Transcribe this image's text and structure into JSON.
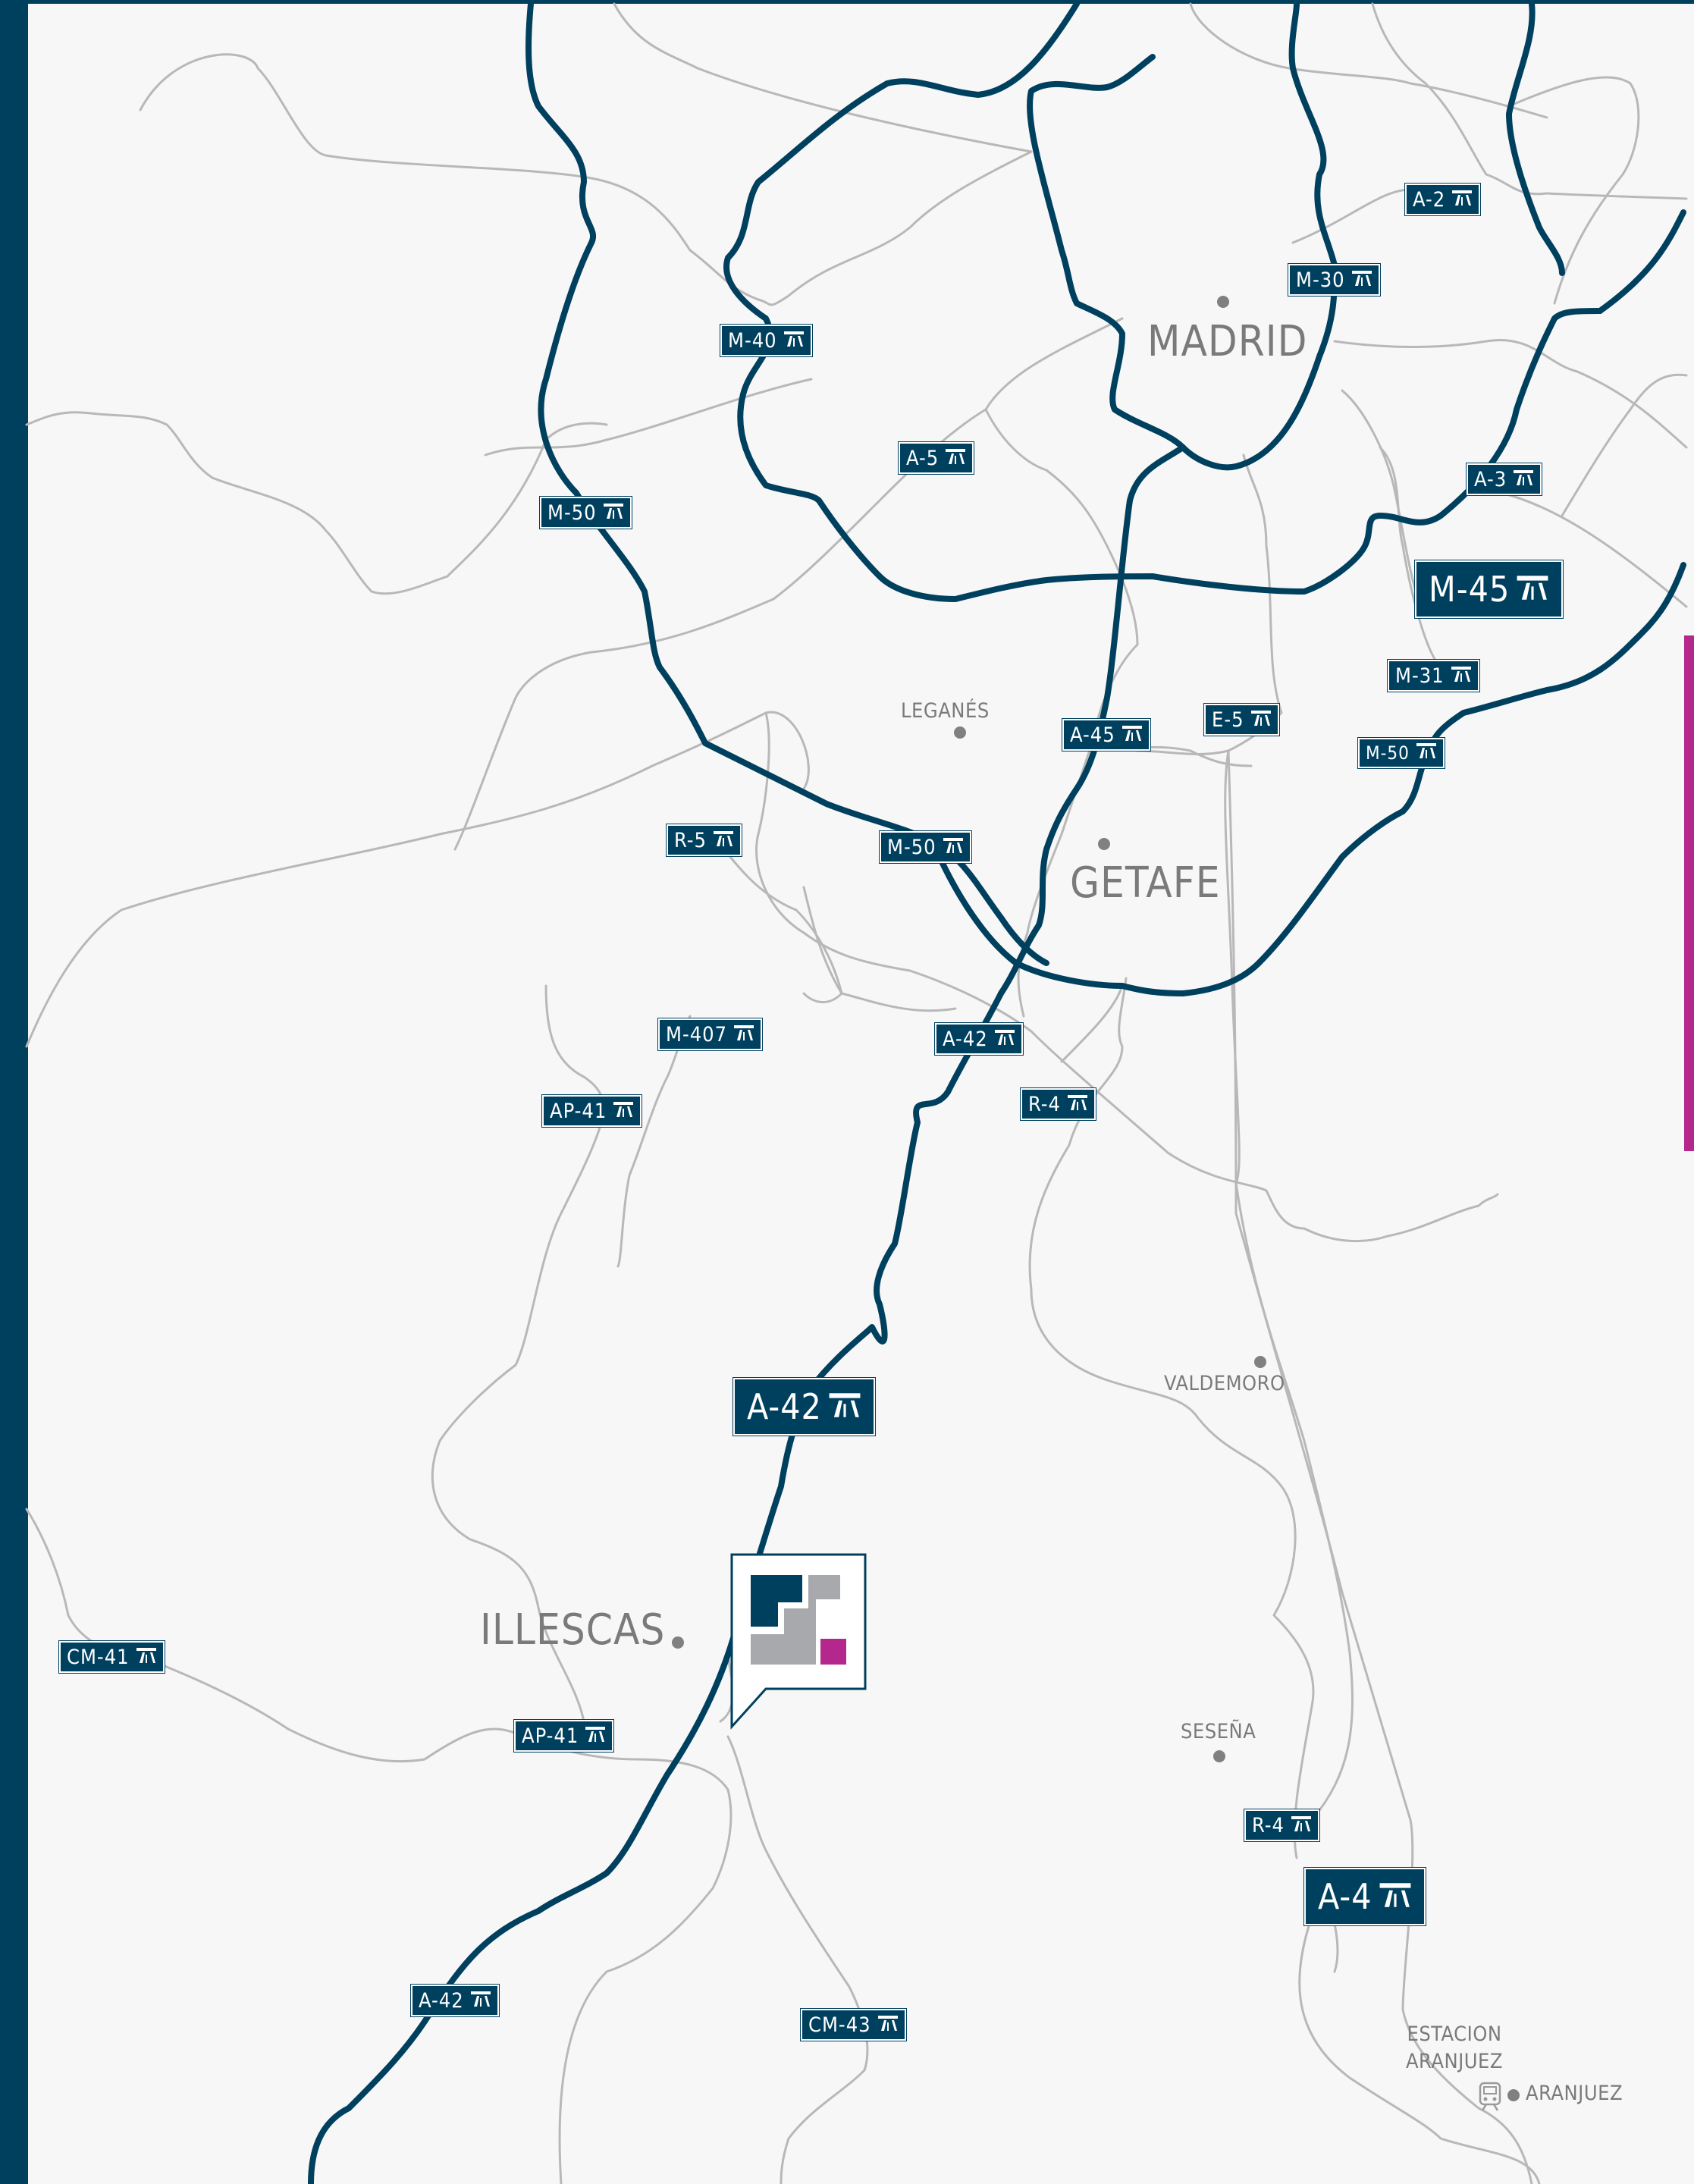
{
  "roads": {
    "secondary_color": "#b8b8b8",
    "main_color": "#00405f",
    "accent_color": "#b4278c",
    "background": "#f7f7f7"
  },
  "signs": {
    "a2": "A-2",
    "m30": "M-30",
    "m40": "M-40",
    "a5": "A-5",
    "a3": "A-3",
    "m50_top": "M-50",
    "m45": "M-45",
    "m31": "M-31",
    "e5": "E-5",
    "a45": "A-45",
    "m50_right": "M-50",
    "r5": "R-5",
    "m50_mid": "M-50",
    "m407": "M-407",
    "a42_mid": "A-42",
    "ap41_top": "AP-41",
    "r4_top": "R-4",
    "a42_big": "A-42",
    "cm41": "CM-41",
    "ap41_bottom": "AP-41",
    "r4_bottom": "R-4",
    "a4": "A-4",
    "a42_bottom": "A-42",
    "cm43": "CM-43"
  },
  "highway_icon": "motorway-icon",
  "cities": {
    "madrid": "MADRID",
    "leganes": "LEGANÉS",
    "getafe": "GETAFE",
    "valdemoro": "VALDEMORO",
    "illescas": "ILLESCAS",
    "sesena": "SESEÑA",
    "estacion": "ESTACION ARANJUEZ",
    "aranjuez": "ARANJUEZ"
  },
  "marker": {
    "icon": "company-logo-icon",
    "colors": [
      "#00405f",
      "#a7a9ac",
      "#b4278c"
    ]
  }
}
